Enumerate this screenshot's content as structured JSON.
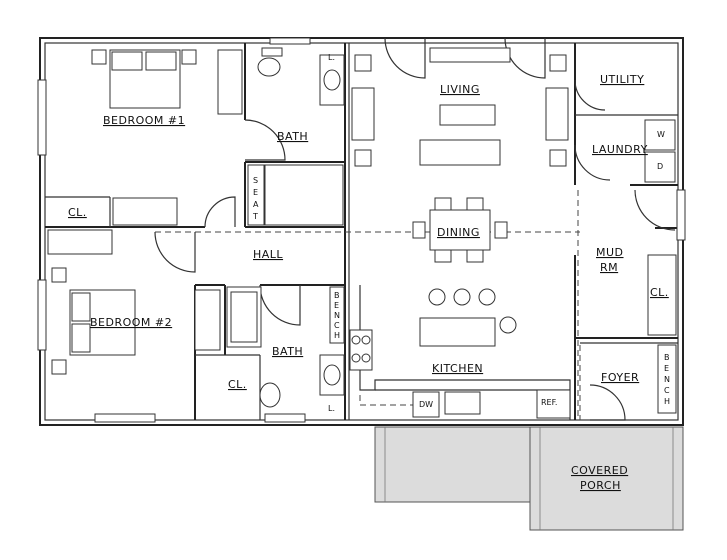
{
  "rooms": {
    "bedroom1": "BEDROOM #1",
    "bath1": "BATH",
    "closet1": "CL.",
    "hall": "HALL",
    "bedroom2": "BEDROOM #2",
    "bath2": "BATH",
    "closet2": "CL.",
    "living": "LIVING",
    "dining": "DINING",
    "kitchen": "KITCHEN",
    "utility": "UTILITY",
    "laundry": "LAUNDRY",
    "mud_line1": "MUD",
    "mud_line2": "RM",
    "closet3": "CL.",
    "foyer": "FOYER",
    "porch_line1": "COVERED",
    "porch_line2": "PORCH"
  },
  "fixtures": {
    "linen1": "L.",
    "linen2": "L.",
    "seat": [
      "S",
      "E",
      "A",
      "T"
    ],
    "bench_bath": [
      "B",
      "E",
      "N",
      "C",
      "H"
    ],
    "bench_foyer": [
      "B",
      "E",
      "N",
      "C",
      "H"
    ],
    "dw": "DW",
    "ref": "REF.",
    "washer": "W",
    "dryer": "D"
  }
}
